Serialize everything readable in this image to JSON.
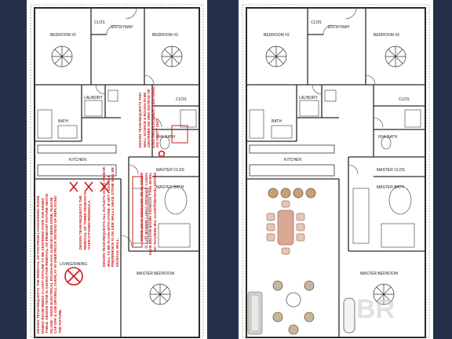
{
  "colors": {
    "background": "#24304a",
    "wall": "#2a2a2a",
    "markup_red": "#cc1c1c",
    "furniture_wood": "#c9957e",
    "furniture_frame": "#6b5a49"
  },
  "left_plan": {
    "rooms": {
      "bedroom2": "BEDROOM #2",
      "bedroom3": "BEDROOM #3",
      "clos_top": "CLOS",
      "entryway": "ENTRYWAY",
      "laundry": "LAUNDRY",
      "clos_mid": "CLOS",
      "bath": "BATH",
      "fha_bath": "FHA BATH",
      "kitchen": "KITCHEN",
      "master_clos": "MASTER CLOS",
      "master_bath": "MASTER BATH",
      "living_dining": "LIVING/DINING",
      "master_bedroom": "MASTER BEDROOM"
    },
    "notes": {
      "sconce": "DESIGN TEAM REQUESTS THIS WALL SCONCE & ROUGH IN BE CENTERED ON SINK INSTEAD OF EXISTING PLACEMENT CENTERED ON VANITY UNIT.",
      "fan": "DESIGN TEAM REQUESTS THE REMOVAL OF FAN FROM LIVING/DINING ROOM. DINING ROOM NEEDS A LIGHT FIXTURE TO BE CENTERED OVER THE DINING TABLE. DESIGN TEAM IS ASKING FOR REMOVAL OF PENDANT FIXTURE ABOVE ISLAND - SINCE ELECTRICAL ROUGH-IN HAS ALREADY BEEN DONE, PLEASE CAP OFF & USE DRYWALL OVERLAY IN SHEETROCK INSTEAD OF REPLACING THE FIXTURE.",
      "pendants": "DESIGN TEAM REQUESTS THE REMOVAL OF THREE PENDANTS OVER KITCHEN PENINSULA.",
      "outlets": "DESIGN TEAM REQUESTS ALL OUTLETS GOING ON BAR WALL TO BE FLUSH WITH STONE. IF NOT POSSIBLE PREFERENCE IS ON SIDE WALLS SINCE STONE WILL BE ON BACK WALL.",
      "vanity": "DESIGN TEAM REQUESTS THE REMOVAL OF THESE WALL SCONCES ABOVE MASTER BATH VANITY. SOURCED VANITY MIRROR (QTY 2) NEEDS TO BE CENTERED OVER SINKS."
    }
  },
  "right_plan": {
    "rooms": {
      "bedroom2": "BEDROOM #2",
      "bedroom3": "BEDROOM #3",
      "clos_top": "CLOS",
      "entryway": "ENTRYWAY",
      "laundry": "LAUNDRY",
      "clos_mid": "CLOS",
      "bath": "BATH",
      "fha_bath": "FHA BATH",
      "kitchen": "KITCHEN",
      "master_clos": "MASTER CLOS",
      "master_bath": "MASTER BATH",
      "master_bedroom": "MASTER BEDROOM"
    },
    "watermark": "BR"
  }
}
